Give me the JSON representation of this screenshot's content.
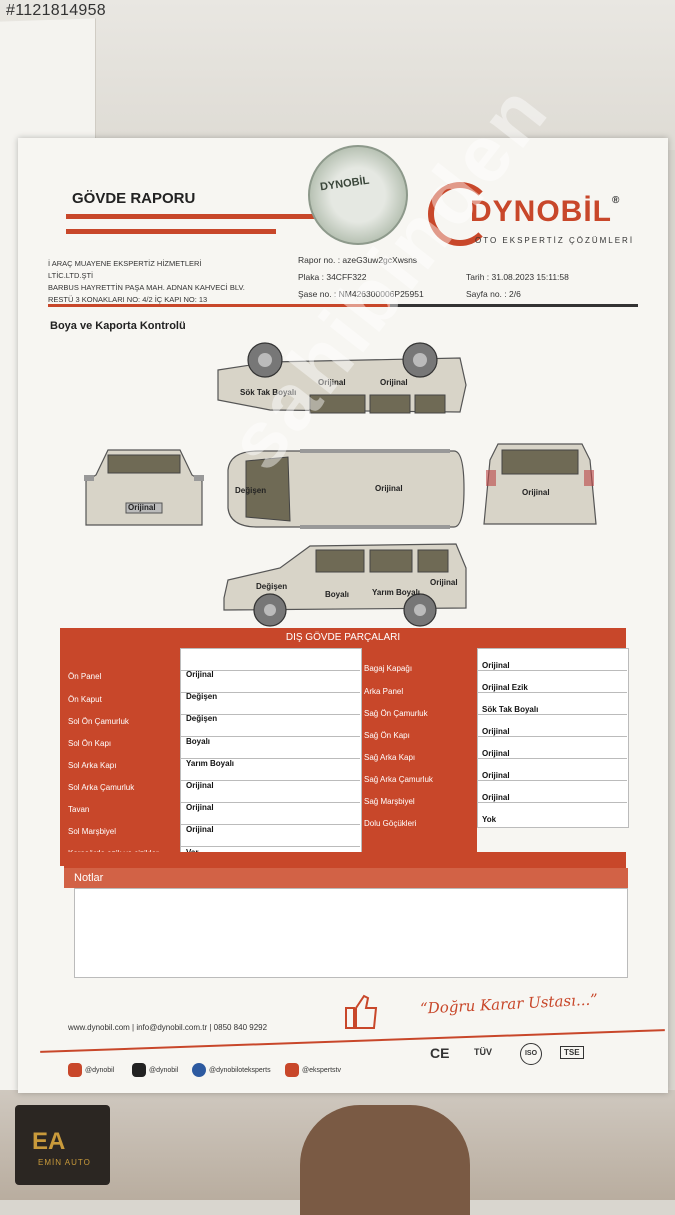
{
  "listing_id": "#1121814958",
  "report": {
    "title": "GÖVDE RAPORU",
    "seal_text": "DYNOBİL",
    "brand": "DYNOBİL",
    "brand_registered": "®",
    "brand_sub": "OTO EKSPERTİZ ÇÖZÜMLERİ",
    "company_lines": [
      "İ ARAÇ MUAYENE EKSPERTİZ HİZMETLERİ",
      "LTİC.LTD.ŞTİ",
      "BARBUS HAYRETTİN PAŞA MAH. ADNAN KAHVECİ BLV.",
      "RESTÜ 3 KONAKLARI NO: 4/2 İÇ KAPI NO: 13"
    ],
    "rapor_no": "Rapor no. : azeG3uw2gcXwsns",
    "plaka": "Plaka : 34CFF322",
    "sase_no": "Şase no. : NM426300006P25951",
    "tarih": "Tarih : 31.08.2023 15:11:58",
    "sayfa": "Sayfa no. : 2/6"
  },
  "section": {
    "title": "Boya ve Kaporta Kontrolü"
  },
  "car_labels": {
    "side_top_sok": "Sök Tak Boyalı",
    "side_top_orijinal1": "Orijinal",
    "side_top_orijinal2": "Orijinal",
    "front": "Orijinal",
    "roof_degisen": "Değişen",
    "roof_orijinal": "Orijinal",
    "rear": "Orijinal",
    "side_degisen": "Değişen",
    "side_boyali": "Boyalı",
    "side_yarim": "Yarım Boyalı",
    "side_orijinal": "Orijinal"
  },
  "table": {
    "title": "DIŞ GÖVDE PARÇALARI",
    "left": [
      {
        "part": "Ön Panel",
        "status": "Orijinal"
      },
      {
        "part": "Ön Kaput",
        "status": "Değişen"
      },
      {
        "part": "Sol Ön Çamurluk",
        "status": "Değişen"
      },
      {
        "part": "Sol Ön Kapı",
        "status": "Boyalı"
      },
      {
        "part": "Sol Arka Kapı",
        "status": "Yarım Boyalı"
      },
      {
        "part": "Sol Arka Çamurluk",
        "status": "Orijinal"
      },
      {
        "part": "Tavan",
        "status": "Orijinal"
      },
      {
        "part": "Sol Marşbiyel",
        "status": "Orijinal"
      },
      {
        "part": "Karasörde ezik ve çizikler",
        "status": "Var"
      }
    ],
    "right": [
      {
        "part": "Bagaj Kapağı",
        "status": "Orijinal"
      },
      {
        "part": "Arka Panel",
        "status": "Orijinal Ezik"
      },
      {
        "part": "Sağ Ön Çamurluk",
        "status": "Sök Tak Boyalı"
      },
      {
        "part": "Sağ Ön Kapı",
        "status": "Orijinal"
      },
      {
        "part": "Sağ Arka Kapı",
        "status": "Orijinal"
      },
      {
        "part": "Sağ Arka Çamurluk",
        "status": "Orijinal"
      },
      {
        "part": "Sağ Marşbiyel",
        "status": "Orijinal"
      },
      {
        "part": "Dolu Göçükleri",
        "status": "Yok"
      }
    ]
  },
  "notes": {
    "title": "Notlar"
  },
  "footer": {
    "contact": "www.dynobil.com  |  info@dynobil.com.tr  |  0850 840 9292",
    "slogan": "“Doğru Karar Ustası...”",
    "certs": [
      "CE",
      "TÜV",
      "ISO",
      "TSE"
    ],
    "socials": [
      "@dynobil",
      "@dynobil",
      "@dynobiloteksperts",
      "@ekspertstv"
    ]
  },
  "watermark": "sahibinden",
  "badge": {
    "mark": "EA",
    "name": "EMİN AUTO"
  },
  "colors": {
    "accent": "#c8472a",
    "dark": "#333333"
  }
}
